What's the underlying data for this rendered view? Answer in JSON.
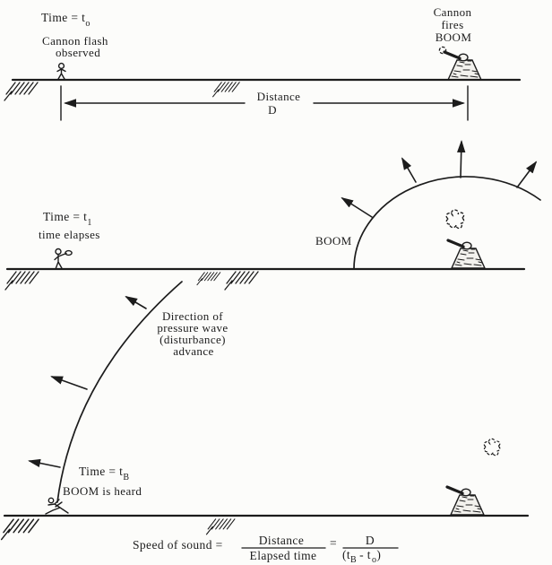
{
  "colors": {
    "ink": "#1c1c1c",
    "paper": "#fcfcfa"
  },
  "panel_top": {
    "time_label_main": "Time = t",
    "time_label_sub": "o",
    "observer_caption_1": "Cannon flash",
    "observer_caption_2": "observed",
    "cannon_caption": [
      "Cannon",
      "fires",
      "BOOM"
    ],
    "distance_word": "Distance",
    "distance_symbol": "D"
  },
  "panel_middle": {
    "time_label_main": "Time = t",
    "time_label_sub": "1",
    "caption": "time elapses",
    "boom_label": "BOOM"
  },
  "panel_bottom": {
    "direction_caption": [
      "Direction of",
      "pressure wave",
      "(disturbance)",
      "advance"
    ],
    "time_label_main": "Time = t",
    "time_label_sub": "B",
    "caption": "BOOM is heard"
  },
  "formula": {
    "lhs": "Speed of sound =",
    "numerator1": "Distance",
    "denominator1": "Elapsed time",
    "equals": "=",
    "numerator2": "D",
    "den2_open": "(t",
    "den2_sub_b": "B",
    "den2_minus": "- t",
    "den2_sub_o": "o",
    "den2_close": ")"
  },
  "icons": {
    "observer_standing": "stick-figure",
    "observer_waiting": "stick-figure-with-timer",
    "listener_startled": "startled-stick-figure",
    "cannon": "cannon-on-stone-mound",
    "smoke": "smoke-puff",
    "wave_arrow": "outward-arrow"
  }
}
